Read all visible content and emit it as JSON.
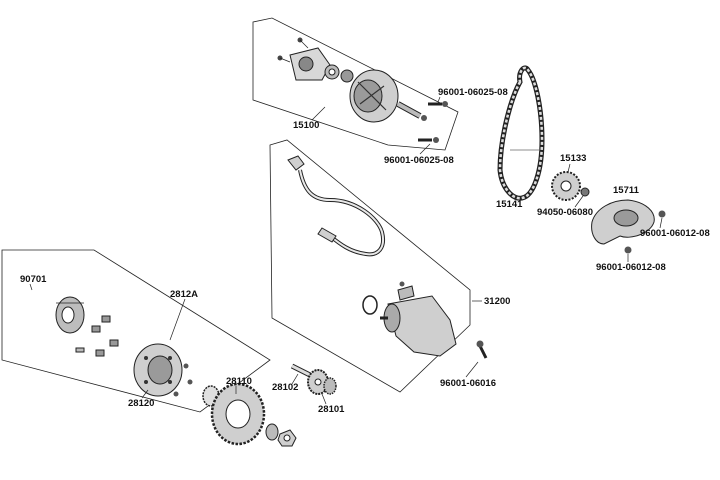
{
  "labels": {
    "p15100": "15100",
    "p96001_a": "96001-06025-08",
    "p96001_b": "96001-06025-08",
    "p15141": "15141",
    "p15133": "15133",
    "p94050": "94050-06080",
    "p15711": "15711",
    "p96001_c": "96001-06012-08",
    "p96001_d": "96001-06012-08",
    "p31200": "31200",
    "p96001_e": "96001-06016",
    "p90701": "90701",
    "p2812A": "2812A",
    "p28120": "28120",
    "p28110": "28110",
    "p28102": "28102",
    "p28101": "28101"
  }
}
